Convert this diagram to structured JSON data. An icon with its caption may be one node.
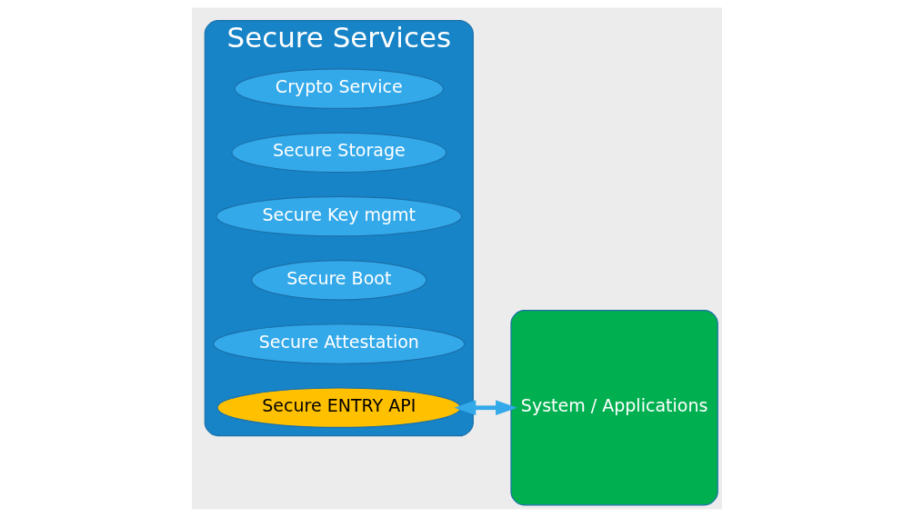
{
  "diagram": {
    "nodes": [
      {
        "text": [
          "Secure Services"
        ]
      },
      {
        "text": [
          "Crypto Service"
        ],
        "in": 0
      },
      {
        "text": [
          "Secure Storage"
        ],
        "in": 0
      },
      {
        "text": [
          "Secure Key mgmt"
        ],
        "in": 0
      },
      {
        "text": [
          "Secure Boot"
        ],
        "in": 0
      },
      {
        "text": [
          "Secure Attestation"
        ],
        "in": 0
      },
      {
        "text": [
          "Secure ENTRY API"
        ],
        "in": 0
      },
      {
        "text": [
          "System / Applications"
        ]
      }
    ],
    "edges": [
      {
        "from": 6,
        "to": 7,
        "arrow": "both"
      }
    ]
  }
}
